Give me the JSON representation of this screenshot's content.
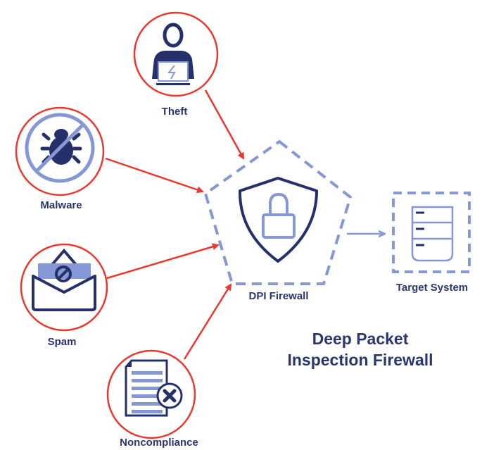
{
  "colors": {
    "threat_ring": "#e8392f",
    "arrow_red": "#e8392f",
    "navy": "#25306b",
    "periwinkle": "#8597d4",
    "text": "#2a3670"
  },
  "threats": [
    {
      "id": "theft",
      "label": "Theft",
      "icon": "person-laptop-lightning-icon"
    },
    {
      "id": "malware",
      "label": "Malware",
      "icon": "bug-prohibited-icon"
    },
    {
      "id": "spam",
      "label": "Spam",
      "icon": "envelope-blocked-icon"
    },
    {
      "id": "noncompliance",
      "label": "Noncompliance",
      "icon": "document-x-icon"
    }
  ],
  "firewall": {
    "label": "DPI Firewall",
    "icon": "shield-lock-icon"
  },
  "target": {
    "label": "Target System",
    "icon": "server-stack-icon"
  },
  "title": {
    "line1": "Deep Packet",
    "line2": "Inspection Firewall"
  }
}
